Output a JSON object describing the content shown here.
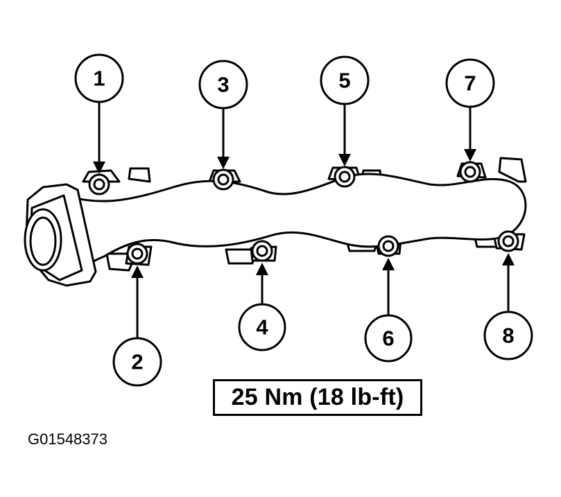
{
  "callouts": [
    {
      "label": "1"
    },
    {
      "label": "2"
    },
    {
      "label": "3"
    },
    {
      "label": "4"
    },
    {
      "label": "5"
    },
    {
      "label": "6"
    },
    {
      "label": "7"
    },
    {
      "label": "8"
    }
  ],
  "torque_spec": "25 Nm (18 lb-ft)",
  "figure_id": "G01548373",
  "colors": {
    "ink": "#000000",
    "paper": "#ffffff"
  }
}
